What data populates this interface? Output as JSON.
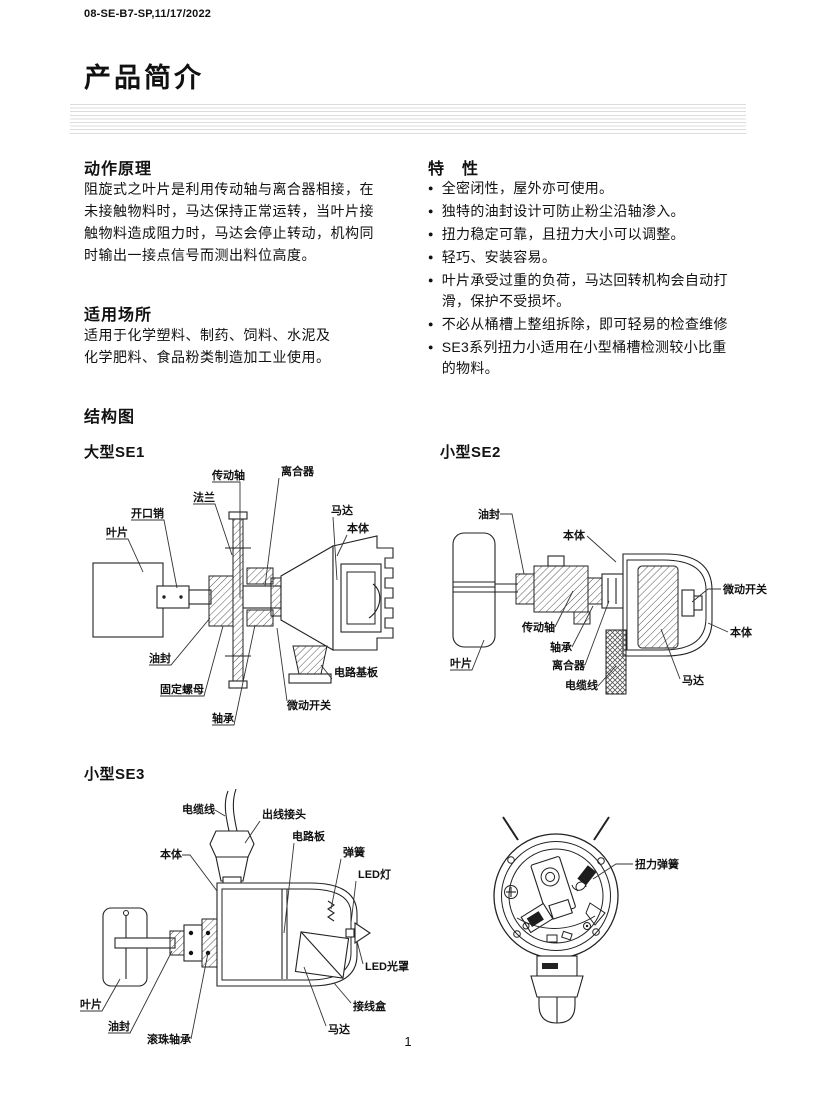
{
  "page": {
    "doc_code": "08-SE-B7-SP,11/17/2022",
    "title": "产品简介",
    "page_number": "1"
  },
  "principle": {
    "heading": "动作原理",
    "body": "阻旋式之叶片是利用传动轴与离合器相接，在\n未接触物料时，马达保持正常运转，当叶片接\n触物料造成阻力时，马达会停止转动，机构同\n时输出一接点信号而测出料位高度。"
  },
  "application": {
    "heading": "适用场所",
    "body": "适用于化学塑料、制药、饲料、水泥及\n化学肥料、食品粉类制造加工业使用。"
  },
  "features": {
    "heading": "特　性",
    "bullet": "●",
    "items": [
      "全密闭性，屋外亦可使用。",
      "独特的油封设计可防止粉尘沿轴渗入。",
      "扭力稳定可靠，且扭力大小可以调整。",
      "轻巧、安装容易。",
      "叶片承受过重的负荷，马达回转机构会自动打滑，保护不受损坏。",
      "不必从桶槽上整组拆除，即可轻易的检查维修",
      "SE3系列扭力小适用在小型桶槽检测较小比重的物料。"
    ]
  },
  "structure": {
    "heading": "结构图"
  },
  "se1": {
    "title": "大型SE1",
    "labels": [
      "传动轴",
      "法兰",
      "开口销",
      "叶片",
      "离合器",
      "马达",
      "本体",
      "油封",
      "固定螺母",
      "轴承",
      "电路基板",
      "微动开关"
    ]
  },
  "se2": {
    "title": "小型SE2",
    "labels": [
      "油封",
      "本体",
      "传动轴",
      "轴承",
      "离合器",
      "电缆线",
      "叶片",
      "微动开关",
      "本体",
      "马达"
    ]
  },
  "se3": {
    "title": "小型SE3",
    "labels": [
      "电缆线",
      "出线接头",
      "电路板",
      "弹簧",
      "LED灯",
      "本体",
      "LED光罩",
      "接线盒",
      "叶片",
      "油封",
      "滚珠轴承",
      "马达"
    ]
  },
  "torsion": {
    "label": "扭力弹簧"
  }
}
